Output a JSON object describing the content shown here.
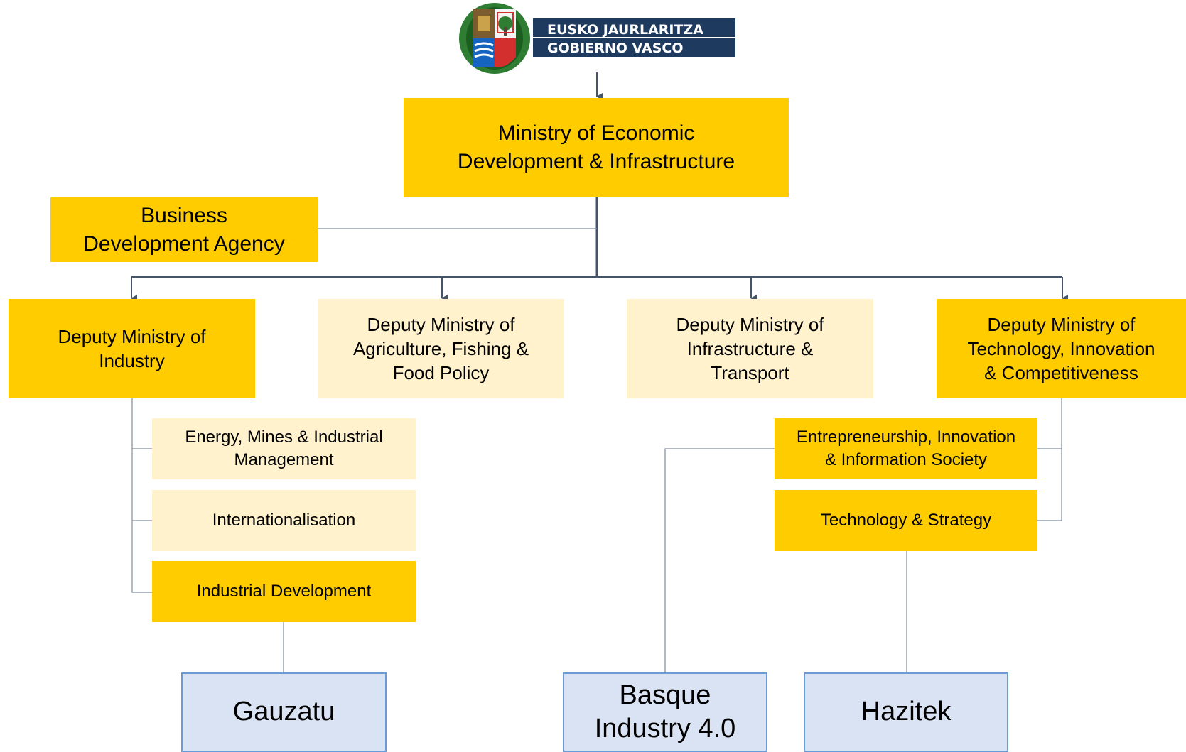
{
  "logo": {
    "line1": "EUSKO JAURLARITZA",
    "line2": "GOBIERNO VASCO",
    "banner_color": "#1F3A5F"
  },
  "colors": {
    "primary": "#FFCC00",
    "secondary": "#FFF2CC",
    "program": "#DAE3F3",
    "program_border": "#6C9BD2",
    "connector": "#44546A"
  },
  "ministry": {
    "line1": "Ministry of Economic",
    "line2": "Development & Infrastructure"
  },
  "agency": {
    "line1": "Business",
    "line2": "Development Agency"
  },
  "deputies": {
    "industry": {
      "line1": "Deputy Ministry of",
      "line2": "Industry"
    },
    "agriculture": {
      "line1": "Deputy Ministry of",
      "line2": "Agriculture, Fishing &",
      "line3": "Food Policy"
    },
    "infrastructure": {
      "line1": "Deputy Ministry of",
      "line2": "Infrastructure &",
      "line3": "Transport"
    },
    "technology": {
      "line1": "Deputy Ministry of",
      "line2": "Technology, Innovation",
      "line3": "& Competitiveness"
    }
  },
  "directorates": {
    "energy": {
      "line1": "Energy, Mines & Industrial",
      "line2": "Management"
    },
    "internationalisation": {
      "line1": "Internationalisation"
    },
    "industrial_development": {
      "line1": "Industrial Development"
    },
    "entrepreneurship": {
      "line1": "Entrepreneurship, Innovation",
      "line2": "& Information Society"
    },
    "technology_strategy": {
      "line1": "Technology & Strategy"
    }
  },
  "programs": {
    "gauzatu": {
      "line1": "Gauzatu"
    },
    "basque": {
      "line1": "Basque",
      "line2": "Industry 4.0"
    },
    "hazitek": {
      "line1": "Hazitek"
    }
  }
}
